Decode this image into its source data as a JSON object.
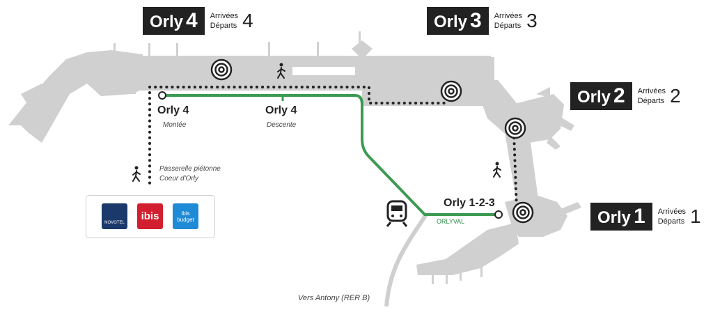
{
  "terminals": {
    "orly4": {
      "name": "Orly",
      "number": "4",
      "arrivals": "Arrivées",
      "departures": "Départs",
      "legend_number": "4"
    },
    "orly3": {
      "name": "Orly",
      "number": "3",
      "arrivals": "Arrivées",
      "departures": "Départs",
      "legend_number": "3"
    },
    "orly2": {
      "name": "Orly",
      "number": "2",
      "arrivals": "Arrivées",
      "departures": "Départs",
      "legend_number": "2"
    },
    "orly1": {
      "name": "Orly",
      "number": "1",
      "arrivals": "Arrivées",
      "departures": "Départs",
      "legend_number": "1"
    }
  },
  "stations": {
    "orly4_montee": {
      "title": "Orly 4",
      "subtitle": "Montée"
    },
    "orly4_descente": {
      "title": "Orly 4",
      "subtitle": "Descente"
    },
    "orly123": {
      "title": "Orly 1-2-3",
      "line": "ORLYVAL"
    }
  },
  "walkway": {
    "line1": "Passerelle piétonne",
    "line2": "Coeur d'Orly"
  },
  "hotels": [
    {
      "name": "NOVOTEL",
      "color": "#1b3a6b"
    },
    {
      "name": "ibis",
      "color": "#d21f2f"
    },
    {
      "name": "ibis budget",
      "color": "#1f8ad6"
    }
  ],
  "rail": {
    "label": "Vers Antony (RER B)"
  },
  "colors": {
    "building": "#d0d0d0",
    "track": "#3c9a52",
    "path": "#222222",
    "rail": "#cfcfcf"
  },
  "icons": {
    "walk": "pedestrian-icon",
    "train": "train-icon",
    "target": "terminal-target-icon"
  }
}
